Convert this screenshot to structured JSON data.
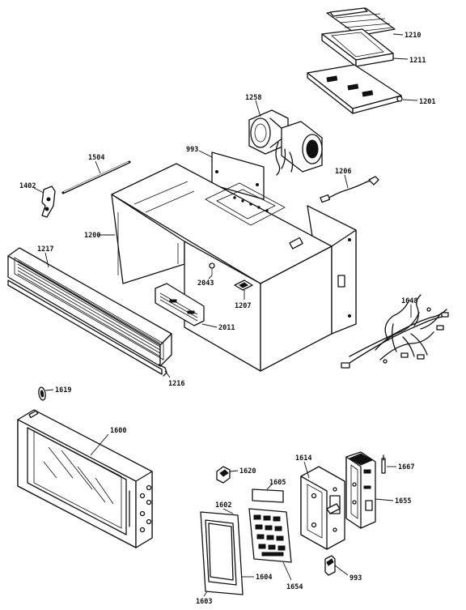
{
  "labels": {
    "p1210": "1210",
    "p1211": "1211",
    "p1201": "1201",
    "p1258": "1258",
    "p1504": "1504",
    "p993": "993",
    "p1206": "1206",
    "p1402": "1402",
    "p1200": "1200",
    "p1217": "1217",
    "p2043": "2043",
    "p1207": "1207",
    "p1648": "1648",
    "p2011": "2011",
    "p1216": "1216",
    "p1619": "1619",
    "p1600": "1600",
    "p1620": "1620",
    "p1614": "1614",
    "p1667": "1667",
    "p1605": "1605",
    "p1655": "1655",
    "p1602": "1602",
    "p1654": "1654",
    "p1604": "1604",
    "p1603": "1603",
    "p993b": "993"
  }
}
